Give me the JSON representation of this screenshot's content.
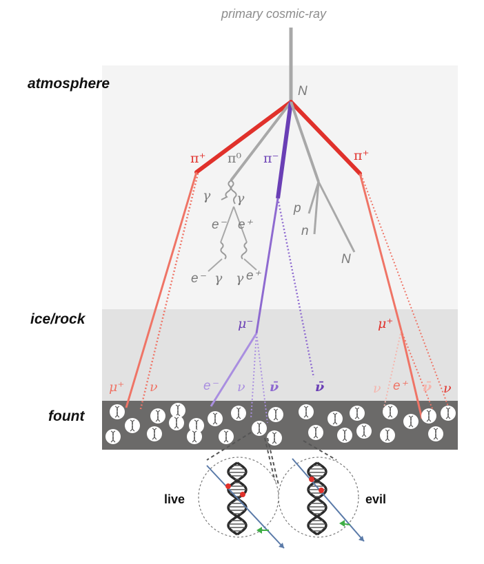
{
  "title": "primary cosmic-ray",
  "layers": {
    "atmosphere": "atmosphere",
    "ice_rock": "ice/rock",
    "fount": "fount"
  },
  "particles": {
    "primary_N": "N",
    "pi_plus_left": "π⁺",
    "pi_zero": "π⁰",
    "pi_minus": "π⁻",
    "pi_plus_right": "π⁺",
    "gamma_1": "γ",
    "gamma_2": "γ",
    "e_minus_1": "e⁻",
    "e_plus_1": "e⁺",
    "e_minus_2": "e⁻",
    "gamma_3": "γ",
    "gamma_4": "γ",
    "e_plus_2": "e⁺",
    "p": "p",
    "n": "n",
    "N_secondary": "N",
    "mu_minus": "μ⁻",
    "mu_plus_right": "μ⁺",
    "mu_plus_left": "μ⁺",
    "nu_left": "ν",
    "e_minus_bottom": "e⁻",
    "nu_mid": "ν",
    "nubar_mid": "ν̄",
    "nubar_center": "ν̄",
    "nu_right": "ν",
    "e_plus_right": "e⁺",
    "nubar_right": "ν̄",
    "nu_far_right": "ν"
  },
  "cells": {
    "live": "live",
    "evil": "evil"
  },
  "colors": {
    "gray_track": "#a8a8a8",
    "red_pion": "#e0312b",
    "light_red": "#ef7466",
    "purple": "#6a3fb5",
    "light_purple": "#a98ee0",
    "atmosphere_bg": "#f4f4f4",
    "ice_bg": "#e2e2e2",
    "fount_bg": "#6b6a69"
  }
}
